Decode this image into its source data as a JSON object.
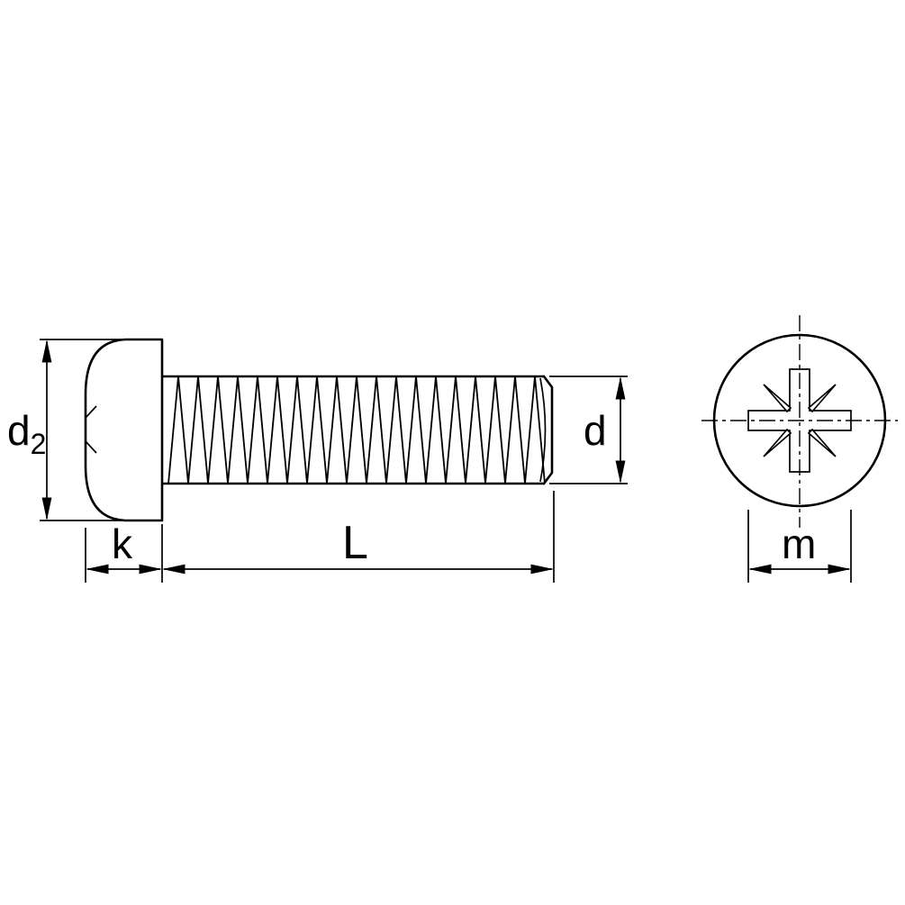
{
  "drawing": {
    "subject": "Pan head machine screw with Pozidriv recess - side view and end view",
    "background_color": "#ffffff",
    "line_color": "#000000",
    "dimensions": {
      "head_diameter": {
        "base": "d",
        "subscript": "2"
      },
      "head_height": {
        "label": "k"
      },
      "screw_length": {
        "label": "L"
      },
      "thread_diameter": {
        "label": "d"
      },
      "recess_width": {
        "label": "m"
      }
    }
  }
}
